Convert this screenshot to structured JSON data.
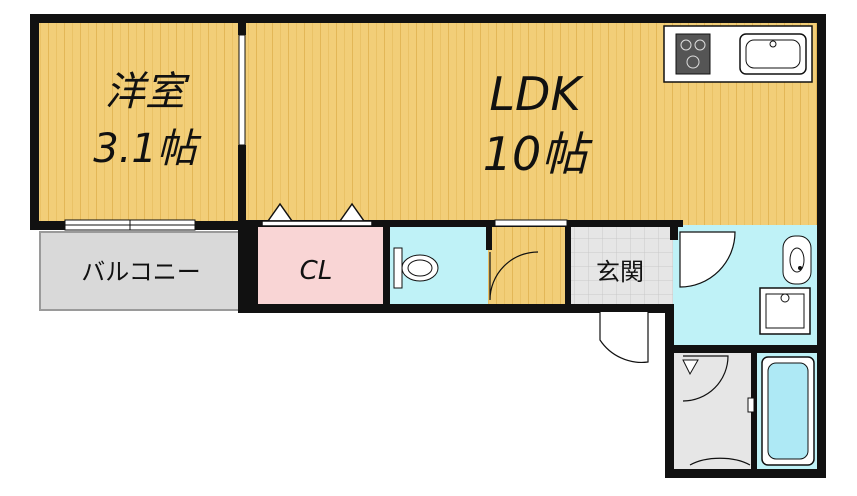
{
  "rooms": {
    "western": {
      "name": "洋室",
      "size": "3.1帖"
    },
    "ldk": {
      "name": "LDK",
      "size": "10帖"
    },
    "balcony": {
      "name": "バルコニー"
    },
    "closet": {
      "name": "CL"
    },
    "entrance": {
      "name": "玄関"
    }
  },
  "colors": {
    "wood_floor": "#F2CE78",
    "wood_stripe": "#E3B757",
    "wall": "#111111",
    "balcony": "#D9D9D9",
    "closet": "#F9D5D5",
    "wet_area": "#BFF2F7",
    "entrance_tile": "#E6E6E6",
    "bath_tub": "#AEE9F5"
  },
  "icons": [
    "stove-icon",
    "sink-icon",
    "toilet-icon",
    "washbasin-icon",
    "washer-pan-icon",
    "bathtub-icon"
  ]
}
